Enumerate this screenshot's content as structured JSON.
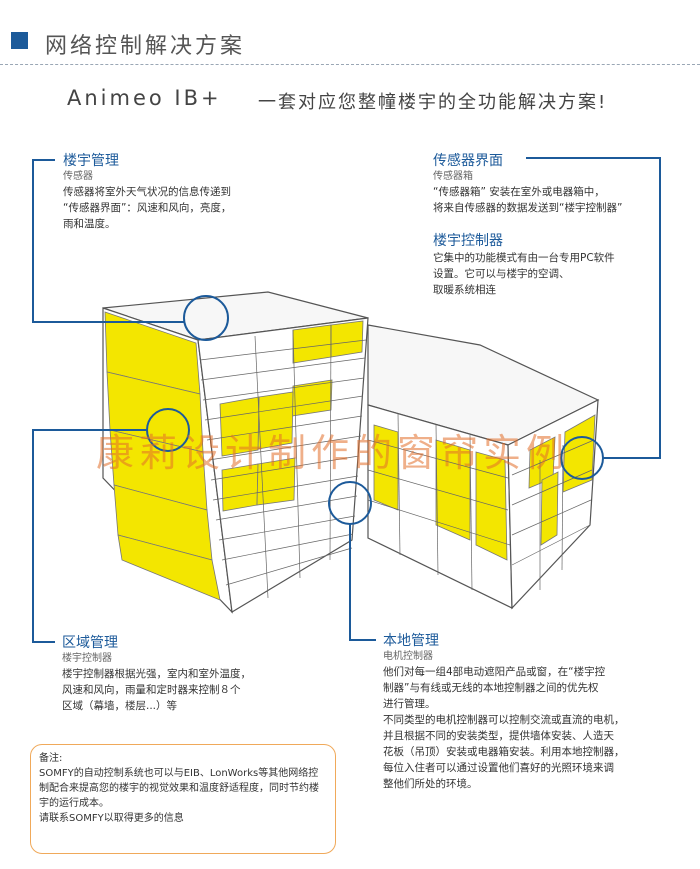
{
  "header": {
    "title": "网络控制解决方案"
  },
  "subtitle": {
    "brand": "Animeo IB+",
    "text": "一套对应您整幢楼宇的全功能解决方案!"
  },
  "sections": {
    "building_management": {
      "title": "楼宇管理",
      "device": "传感器",
      "lines": [
        "传感器将室外天气状况的信息传递到",
        "“传感器界面”：风速和风向，亮度，",
        "雨和温度。"
      ]
    },
    "sensor_interface": {
      "title": "传感器界面",
      "device": "传感器箱",
      "lines": [
        "“传感器箱” 安装在室外或电器箱中，",
        "将来自传感器的数据发送到“楼宇控制器”"
      ]
    },
    "building_controller": {
      "title": "楼宇控制器",
      "lines": [
        "它集中的功能模式有由一台专用PC软件",
        "设置。它可以与楼宇的空调、",
        "取暖系统相连"
      ]
    },
    "zone_management": {
      "title": "区域管理",
      "device": "楼宇控制器",
      "lines": [
        "楼宇控制器根据光强，室内和室外温度，",
        "风速和风向，雨量和定时器来控制８个",
        "区域（幕墙，楼层...）等"
      ]
    },
    "local_management": {
      "title": "本地管理",
      "device": "电机控制器",
      "lines": [
        "他们对每一组4部电动遮阳产品或窗，在“楼宇控",
        "制器”与有线或无线的本地控制器之间的优先权",
        "进行管理。",
        "不同类型的电机控制器可以控制交流或直流的电机，",
        "并且根据不同的安装类型，提供墙体安装、人造天",
        "花板（吊顶）安装或电器箱安装。利用本地控制器，",
        "每位入住者可以通过设置他们喜好的光照环境来调",
        "整他们所处的环境。"
      ]
    }
  },
  "watermark": "康莉设计制作的窗帘实例",
  "note": {
    "title": "备注:",
    "lines": [
      "SOMFY的自动控制系统也可以与EIB、LonWorks等其他网络控",
      "制配合来提高您的楼宇的视觉效果和温度舒适程度，同时节约楼",
      "宇的运行成本。",
      "请联系SOMFY以取得更多的信息"
    ]
  },
  "colors": {
    "accent": "#1c5a9a",
    "panel_yellow": "#f3e600",
    "note_border": "#f0a95a",
    "watermark": "#e26e28"
  }
}
